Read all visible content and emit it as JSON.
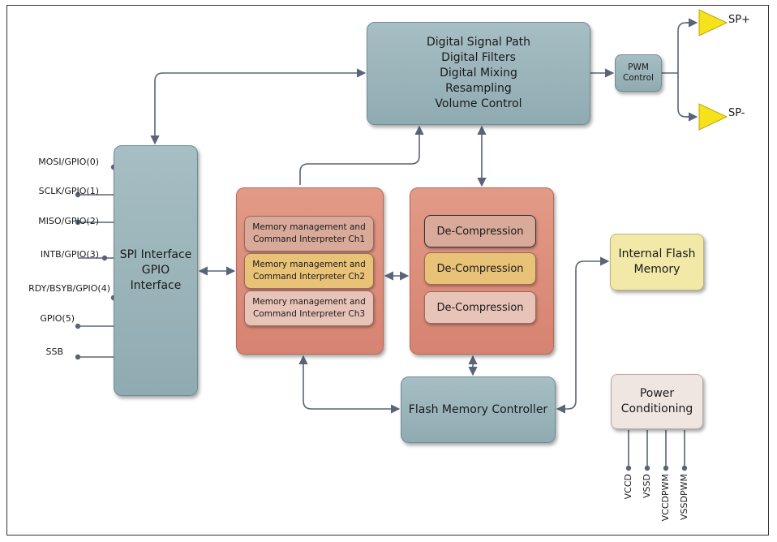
{
  "blocks": {
    "dsp": [
      "Digital Signal Path",
      "Digital Filters",
      "Digital Mixing",
      "Resampling",
      "Volume Control"
    ],
    "pwm": [
      "PWM",
      "Control"
    ],
    "spi": [
      "SPI Interface",
      "GPIO",
      "Interface"
    ],
    "memory_channels": [
      [
        "Memory management and",
        "Command Interpreter  Ch1"
      ],
      [
        "Memory management and",
        "Command Interpreter  Ch2"
      ],
      [
        "Memory management and",
        "Command Interpreter  Ch3"
      ]
    ],
    "decompression": [
      "De-Compression",
      "De-Compression",
      "De-Compression"
    ],
    "flash_controller": "Flash Memory Controller",
    "internal_flash": [
      "Internal Flash",
      "Memory"
    ],
    "power": [
      "Power",
      "Conditioning"
    ]
  },
  "spi_pins": [
    "MOSI/GPIO(0)",
    "SCLK/GPIO(1)",
    "MISO/GPIO(2)",
    "INTB/GPIO(3)",
    "RDY/BSYB/GPIO(4)",
    "GPIO(5)",
    "SSB"
  ],
  "power_pins": [
    "VCCD",
    "VSSD",
    "VCCDPWM",
    "VSSDPWM"
  ],
  "speaker_outputs": [
    "SP+",
    "SP-"
  ],
  "colors": {
    "teal_block": "#9bb5bb",
    "salmon_panel": "#dc8d7a",
    "flash_yellow": "#f2e9a8",
    "speaker_yellow": "#f5e21a",
    "wire": "#5a6378"
  }
}
